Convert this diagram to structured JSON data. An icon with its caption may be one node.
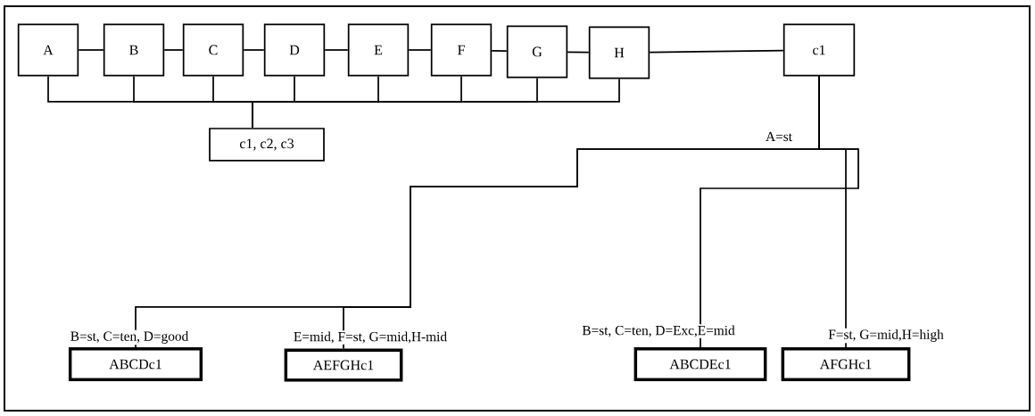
{
  "diagram": {
    "nodes": [
      {
        "text": [
          "A"
        ]
      },
      {
        "text": [
          "B"
        ]
      },
      {
        "text": [
          "C"
        ]
      },
      {
        "text": [
          "D"
        ]
      },
      {
        "text": [
          "E"
        ]
      },
      {
        "text": [
          "F"
        ]
      },
      {
        "text": [
          "G"
        ]
      },
      {
        "text": [
          "H"
        ]
      },
      {
        "text": [
          "c1"
        ]
      },
      {
        "text": [
          "c1, c2, c3"
        ]
      },
      {
        "text": [
          "ABCDc1"
        ]
      },
      {
        "text": [
          "AEFGHc1"
        ]
      },
      {
        "text": [
          "ABCDEc1"
        ]
      },
      {
        "text": [
          "AFGHc1"
        ]
      }
    ],
    "edges": [
      {
        "from": 0,
        "to": 1,
        "arrow": "none"
      },
      {
        "from": 1,
        "to": 2,
        "arrow": "none"
      },
      {
        "from": 2,
        "to": 3,
        "arrow": "none"
      },
      {
        "from": 3,
        "to": 4,
        "arrow": "none"
      },
      {
        "from": 4,
        "to": 5,
        "arrow": "none"
      },
      {
        "from": 5,
        "to": 6,
        "arrow": "none"
      },
      {
        "from": 6,
        "to": 7,
        "arrow": "none"
      },
      {
        "from": 7,
        "to": 8,
        "arrow": "none"
      },
      {
        "from": 0,
        "to": 9,
        "arrow": "none"
      },
      {
        "from": 1,
        "to": 9,
        "arrow": "none"
      },
      {
        "from": 2,
        "to": 9,
        "arrow": "none"
      },
      {
        "from": 3,
        "to": 9,
        "arrow": "none"
      },
      {
        "from": 4,
        "to": 9,
        "arrow": "none"
      },
      {
        "from": 5,
        "to": 9,
        "arrow": "none"
      },
      {
        "from": 6,
        "to": 9,
        "arrow": "none"
      },
      {
        "from": 7,
        "to": 9,
        "arrow": "none"
      },
      {
        "from": 8,
        "to": 10,
        "arrow": "none",
        "label": "B=st, C=ten, D=good"
      },
      {
        "from": 8,
        "to": 11,
        "arrow": "none",
        "label": "E=mid, F=st, G=mid,H-mid"
      },
      {
        "from": 8,
        "to": 12,
        "arrow": "none",
        "label": "B=st, C=ten, D=Exc,E=mid"
      },
      {
        "from": 8,
        "to": 13,
        "arrow": "none",
        "label": "F=st, G=mid,H=high"
      }
    ],
    "labels": [
      "A=st"
    ]
  }
}
